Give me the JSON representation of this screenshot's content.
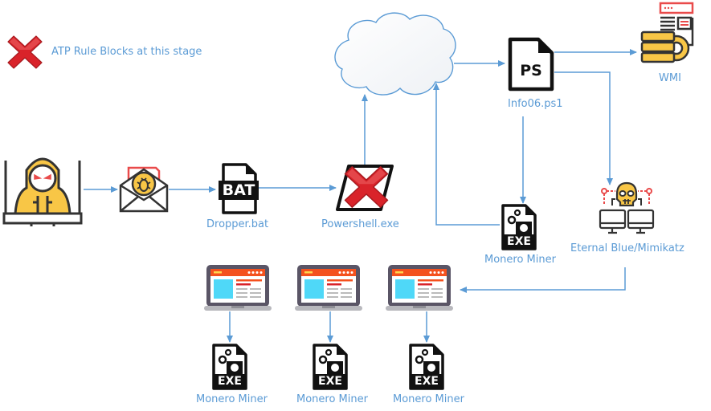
{
  "legend": {
    "icon": "red-x-icon",
    "text": "ATP Rule Blocks at this stage"
  },
  "colors": {
    "connector": "#5b9bd5",
    "label": "#5b9bd5",
    "block": "#d9232a",
    "accent_yellow": "#f8c646",
    "accent_red": "#e94b4b"
  },
  "nodes": {
    "attacker": {
      "icon": "hacker-monitor-icon"
    },
    "email": {
      "icon": "malicious-email-icon"
    },
    "dropper": {
      "icon": "bat-file-icon",
      "icon_text": "BAT",
      "label": "Dropper.bat"
    },
    "powershell": {
      "icon": "powershell-icon",
      "label": "Powershell.exe",
      "blocked": true
    },
    "cloud": {
      "icon": "cloud-icon"
    },
    "info": {
      "icon": "ps-file-icon",
      "icon_text": "PS",
      "label": "Info06.ps1"
    },
    "wmi": {
      "icon": "wmi-database-gear-icon",
      "label": "WMI"
    },
    "miner_top": {
      "icon": "exe-file-icon",
      "icon_text": "EXE",
      "label": "Monero Miner"
    },
    "eternal": {
      "icon": "skull-network-icon",
      "label": "Eternal Blue/Mimikatz"
    },
    "laptops": [
      {
        "icon": "laptop-icon"
      },
      {
        "icon": "laptop-icon"
      },
      {
        "icon": "laptop-icon"
      }
    ],
    "miners_bottom": [
      {
        "icon": "exe-file-icon",
        "icon_text": "EXE",
        "label": "Monero Miner"
      },
      {
        "icon": "exe-file-icon",
        "icon_text": "EXE",
        "label": "Monero Miner"
      },
      {
        "icon": "exe-file-icon",
        "icon_text": "EXE",
        "label": "Monero Miner"
      }
    ]
  }
}
